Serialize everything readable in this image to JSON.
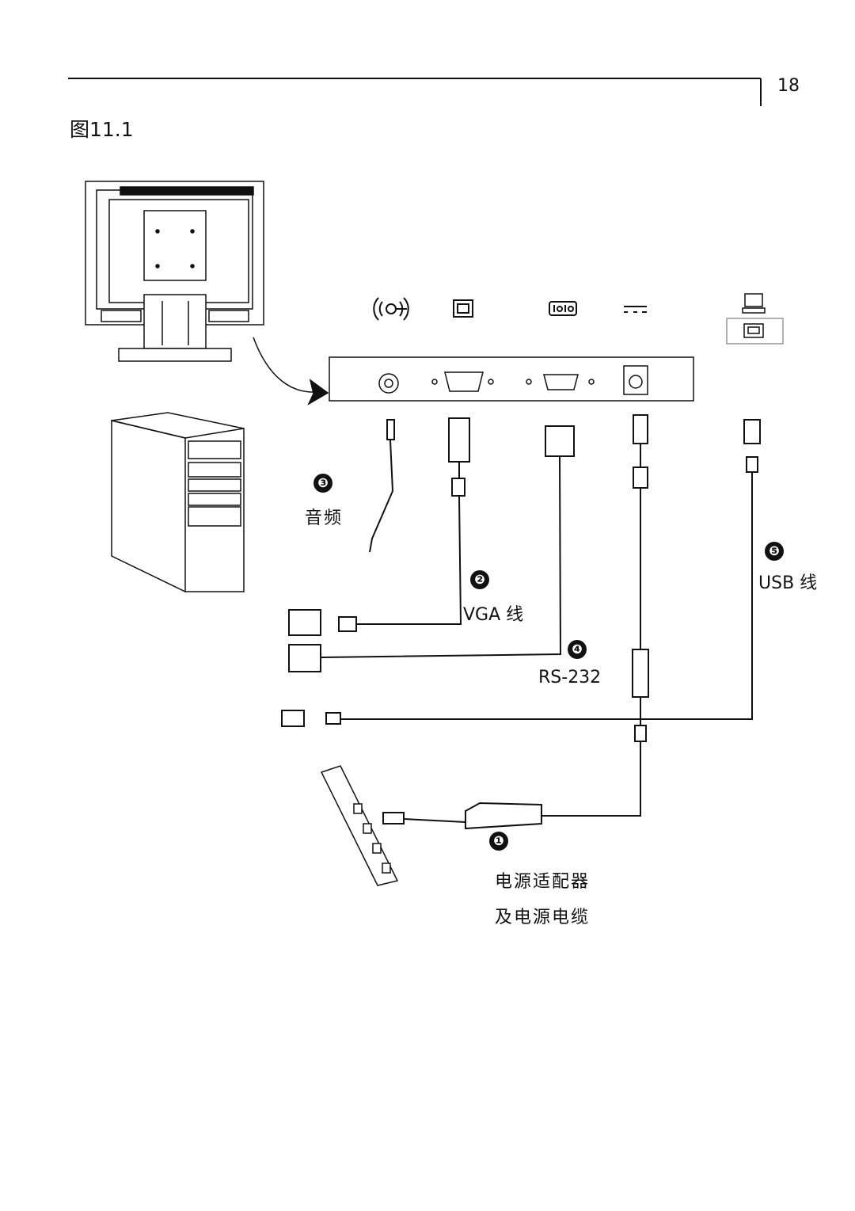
{
  "page": {
    "number": "18"
  },
  "figure": {
    "caption": "图11.1"
  },
  "port_icons": [
    "audio-in-icon",
    "vga-port-icon",
    "serial-port-icon",
    "dc-power-icon",
    "usb-computer-icon"
  ],
  "cables": [
    {
      "marker": "❸",
      "label": "音频",
      "icon": "audio-cable-icon"
    },
    {
      "marker": "❷",
      "label": "VGA 线",
      "icon": "vga-cable-icon"
    },
    {
      "marker": "❹",
      "label": "RS-232",
      "icon": "rs232-cable-icon"
    },
    {
      "marker": "❺",
      "label": "USB 线",
      "icon": "usb-cable-icon"
    },
    {
      "marker": "❶",
      "label_line1": "电源适配器",
      "label_line2": "及电源电缆",
      "icon": "power-adapter-icon"
    }
  ],
  "colors": {
    "ink": "#111111",
    "paper": "#ffffff"
  }
}
